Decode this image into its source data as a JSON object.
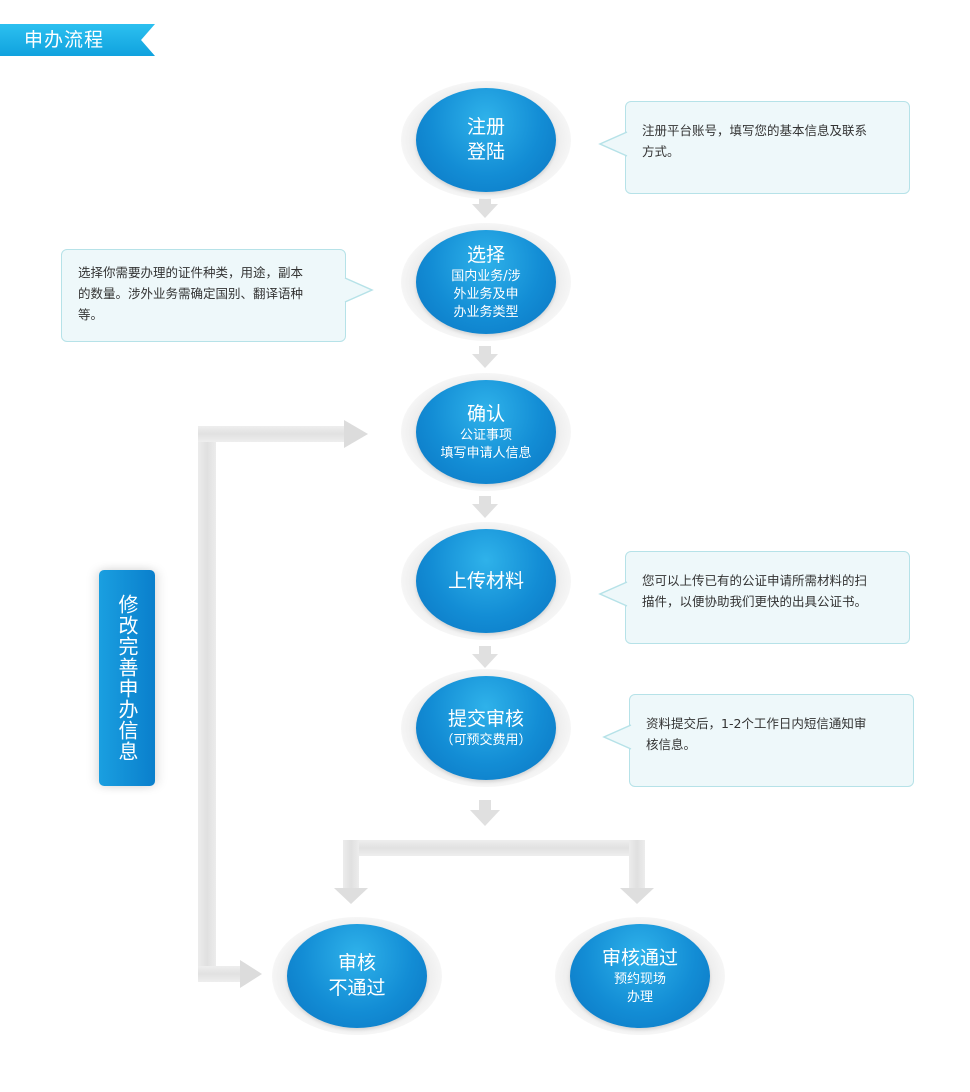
{
  "title": "申办流程",
  "steps": [
    {
      "title": "注册",
      "title2": "登陆"
    },
    {
      "title": "选择",
      "sub": [
        "国内业务/涉",
        "外业务及申",
        "办业务类型"
      ]
    },
    {
      "title": "确认",
      "sub": [
        "公证事项",
        "填写申请人信息"
      ]
    },
    {
      "title": "上传材料"
    },
    {
      "title": "提交审核",
      "sub": [
        "（可预交费用）"
      ]
    }
  ],
  "outcomes": {
    "fail": {
      "line1": "审核",
      "line2": "不通过"
    },
    "pass": {
      "title": "审核通过",
      "sub": [
        "预约现场",
        "办理"
      ]
    }
  },
  "callouts": {
    "register": [
      "注册平台账号，填写您的基本信息及联系",
      "方式。"
    ],
    "choose": [
      "选择你需要办理的证件种类，用途，副本",
      "的数量。涉外业务需确定国别、翻译语种",
      "等。"
    ],
    "upload": [
      "您可以上传已有的公证申请所需材料的扫",
      "描件，以便协助我们更快的出具公证书。"
    ],
    "submit": [
      "资料提交后，1-2个工作日内短信通知审",
      "核信息。"
    ]
  },
  "side_label": "修改完善申办信息",
  "colors": {
    "accent": "#138dd5",
    "ribbon": "#1aaee6",
    "callout_bg": "#eef8fa",
    "callout_border": "#b6e2e8",
    "arrow": "#e2e2e2"
  }
}
